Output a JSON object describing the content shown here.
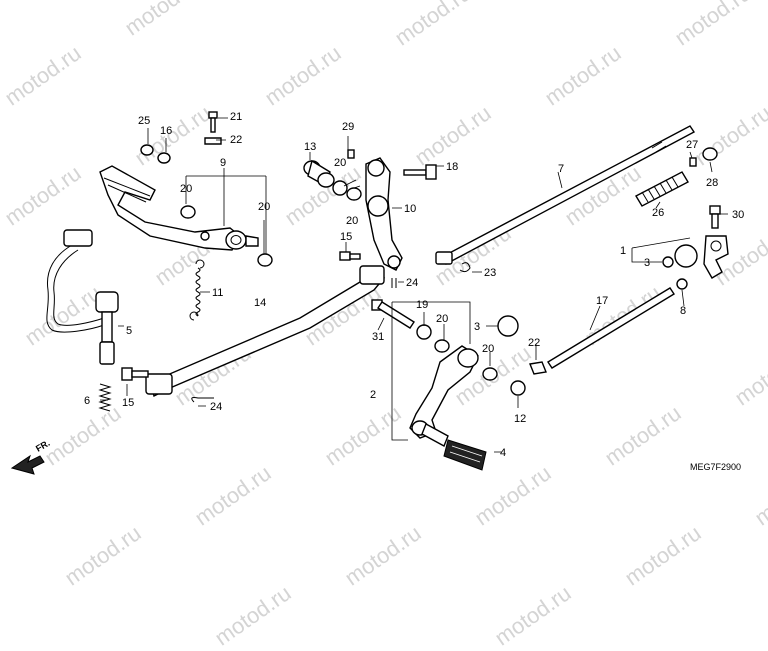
{
  "watermark": "motod.ru",
  "diagram_code": "MEG7F2900",
  "direction_label": "FR.",
  "callouts": [
    "1",
    "2",
    "3",
    "4",
    "5",
    "6",
    "7",
    "8",
    "9",
    "10",
    "11",
    "12",
    "13",
    "14",
    "15",
    "16",
    "17",
    "18",
    "19",
    "20",
    "21",
    "22",
    "23",
    "24",
    "25",
    "26",
    "27",
    "28",
    "29",
    "30",
    "31"
  ]
}
